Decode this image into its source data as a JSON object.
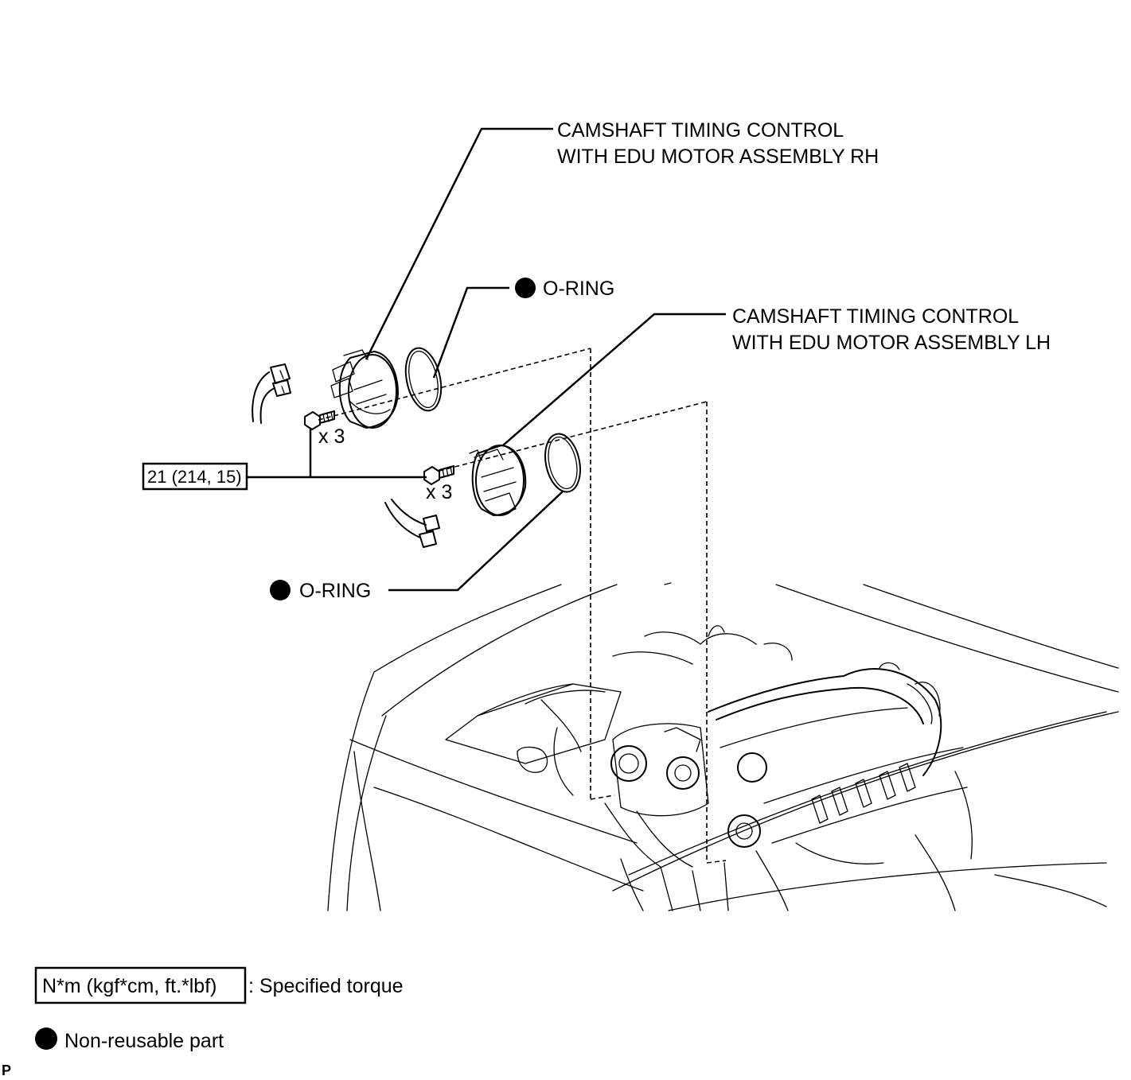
{
  "labels": {
    "rh_line1": "CAMSHAFT TIMING CONTROL",
    "rh_line2": "WITH EDU MOTOR ASSEMBLY RH",
    "lh_line1": "CAMSHAFT TIMING CONTROL",
    "lh_line2": "WITH EDU MOTOR ASSEMBLY LH",
    "oring_upper": "O-RING",
    "oring_lower": "O-RING",
    "bolt_qty_upper": "x 3",
    "bolt_qty_lower": "x 3",
    "torque_value": "21 (214, 15)"
  },
  "legend": {
    "torque_box": "N*m (kgf*cm, ft.*lbf)",
    "torque_desc": ": Specified torque",
    "nonreusable_desc": "Non-reusable part"
  },
  "corner_mark": "P"
}
